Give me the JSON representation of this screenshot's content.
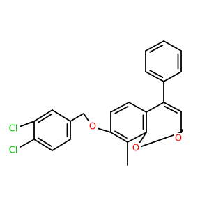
{
  "molecule": {
    "atom_labels": [
      {
        "id": "o-ether",
        "text": "O",
        "color": "#ff0000"
      },
      {
        "id": "o-ring",
        "text": "O",
        "color": "#ff0000"
      },
      {
        "id": "o-carbonyl",
        "text": "O",
        "color": "#ff0000"
      },
      {
        "id": "cl-3",
        "text": "Cl",
        "color": "#00cc00"
      },
      {
        "id": "cl-4",
        "text": "Cl",
        "color": "#00cc00"
      }
    ],
    "bond_color": "#000000"
  }
}
